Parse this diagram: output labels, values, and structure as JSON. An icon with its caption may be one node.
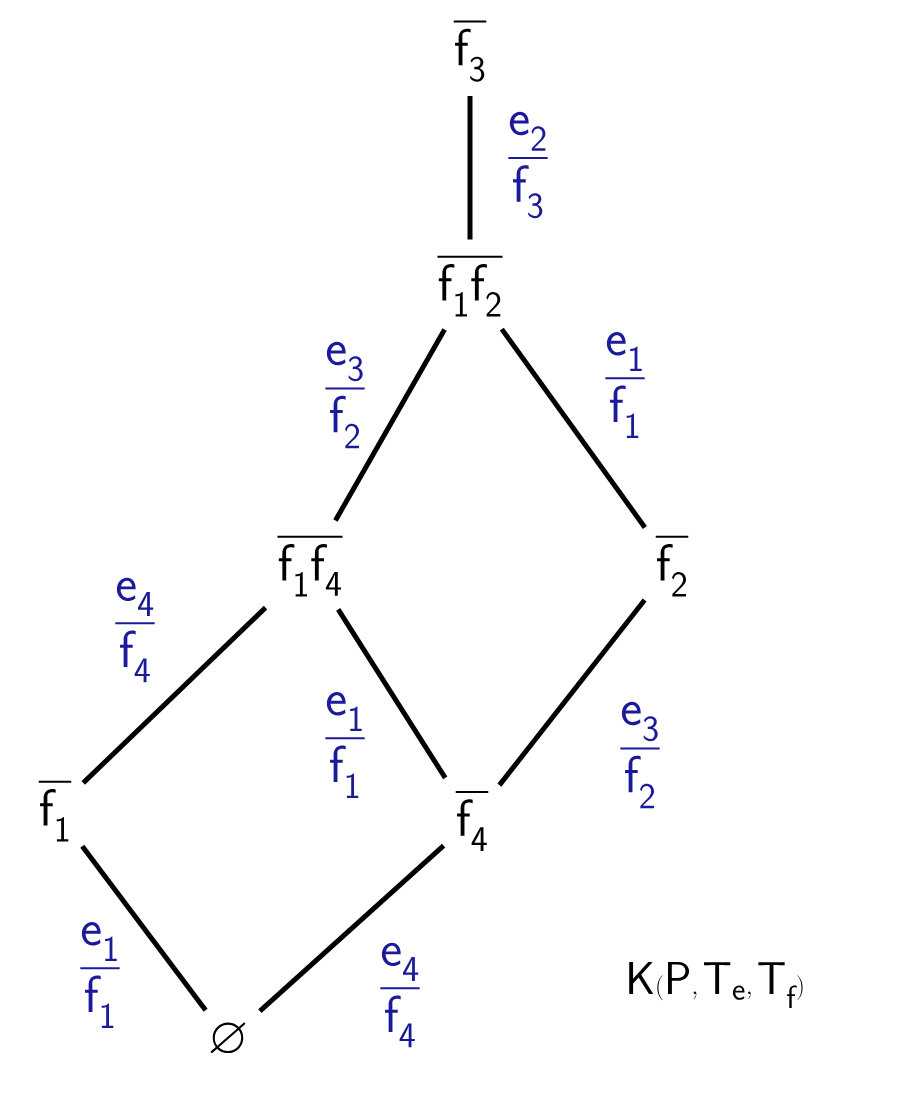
{
  "diagram": {
    "nodes": [
      {
        "text": [
          "\\overline{\\mathsf{f}_{\\mathsf{3}}}"
        ]
      },
      {
        "text": [
          "\\overline{\\mathsf{f}_{\\mathsf{1}}\\mathsf{f}_{\\mathsf{2}}}"
        ]
      },
      {
        "text": [
          "\\overline{\\mathsf{f}_{\\mathsf{1}}\\mathsf{f}_{\\mathsf{4}}}"
        ]
      },
      {
        "text": [
          "\\overline{\\mathsf{f}_{\\mathsf{2}}}"
        ]
      },
      {
        "text": [
          "\\overline{\\mathsf{f}_{\\mathsf{1}}}"
        ]
      },
      {
        "text": [
          "\\overline{\\mathsf{f}_{\\mathsf{4}}}"
        ]
      },
      {
        "text": [
          "\\varnothing"
        ]
      }
    ],
    "edges": [
      {
        "from": 0,
        "to": 1,
        "arrow": "none",
        "label": "\\frac{\\mathsf{e}_{\\mathsf{2}}}{\\mathsf{f}_{\\mathsf{3}}}"
      },
      {
        "from": 1,
        "to": 2,
        "arrow": "none",
        "label": "\\frac{\\mathsf{e}_{\\mathsf{3}}}{\\mathsf{f}_{\\mathsf{2}}}"
      },
      {
        "from": 1,
        "to": 3,
        "arrow": "none",
        "label": "\\frac{\\mathsf{e}_{\\mathsf{1}}}{\\mathsf{f}_{\\mathsf{1}}}"
      },
      {
        "from": 2,
        "to": 4,
        "arrow": "none",
        "label": "\\frac{\\mathsf{e}_{\\mathsf{4}}}{\\mathsf{f}_{\\mathsf{4}}}"
      },
      {
        "from": 2,
        "to": 5,
        "arrow": "none",
        "label": "\\frac{\\mathsf{e}_{\\mathsf{1}}}{\\mathsf{f}_{\\mathsf{1}}}"
      },
      {
        "from": 3,
        "to": 5,
        "arrow": "none",
        "label": "\\frac{\\mathsf{e}_{\\mathsf{3}}}{\\mathsf{f}_{\\mathsf{2}}}"
      },
      {
        "from": 4,
        "to": 6,
        "arrow": "none",
        "label": "\\frac{\\mathsf{e}_{\\mathsf{1}}}{\\mathsf{f}_{\\mathsf{1}}}"
      },
      {
        "from": 5,
        "to": 6,
        "arrow": "none",
        "label": "\\frac{\\mathsf{e}_{\\mathsf{4}}}{\\mathsf{f}_{\\mathsf{4}}}"
      }
    ],
    "labels": [
      "\\mathsf{K}(\\mathsf{P},\\mathsf{T}_{\\mathsf{e}},\\mathsf{T}_{\\mathsf{f}})"
    ]
  }
}
